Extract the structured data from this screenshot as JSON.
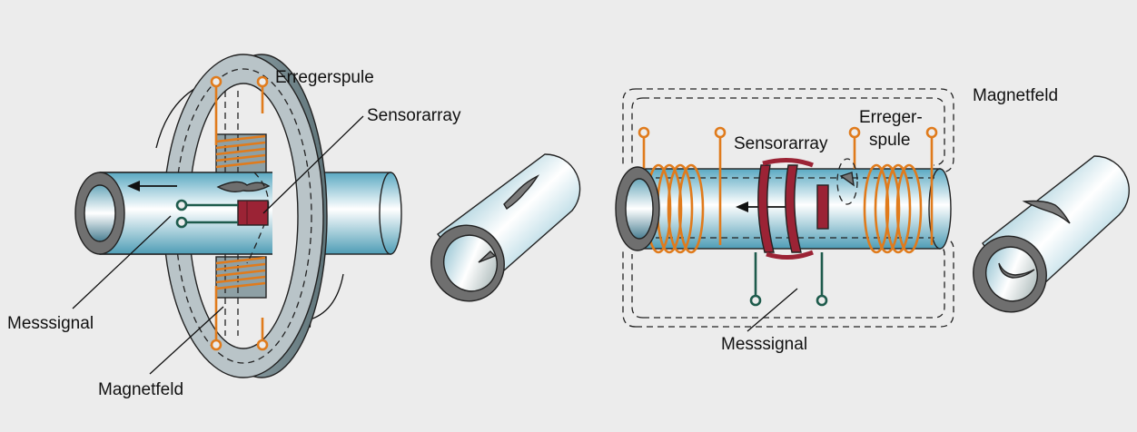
{
  "figure": {
    "left_panel": {
      "labels": {
        "excitation_coil": "Erregerspule",
        "sensor_array": "Sensorarray",
        "measurement_signal": "Messsignal",
        "magnetic_field": "Magnetfeld"
      }
    },
    "right_panel": {
      "labels": {
        "magnetic_field": "Magnetfeld",
        "excitation_coil_line1": "Erreger-",
        "excitation_coil_line2": "spule",
        "sensor_array": "Sensorarray",
        "measurement_signal": "Messsignal"
      }
    },
    "colors": {
      "background": "#ececec",
      "pipe": "#8fcbdc",
      "pipe_wall": "#6f6f6f",
      "ring_yoke": "#b9c4c8",
      "coil": "#e07b1c",
      "sensor": "#9b2335",
      "signal_wire": "#1e5b4c"
    }
  }
}
